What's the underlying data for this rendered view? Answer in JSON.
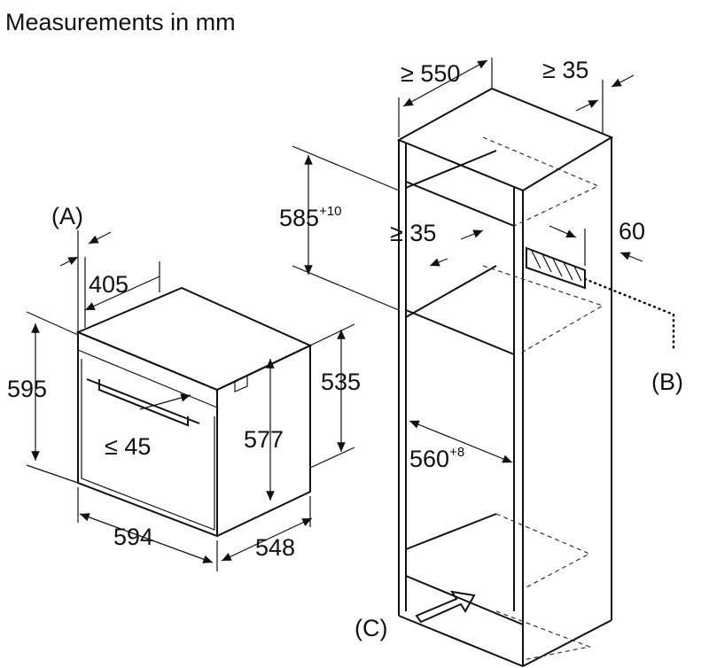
{
  "title": "Measurements in mm",
  "cabinet": {
    "depth_min": "≥ 550",
    "rear_gap": "≥ 35",
    "opening_height": "585",
    "opening_height_tol": "+10",
    "shelf_gap": "≥ 35",
    "vent_width": "60",
    "opening_width": "560",
    "opening_width_tol": "+8"
  },
  "oven": {
    "label_a": "(A)",
    "depth_body": "405",
    "height": "595",
    "side_height": "535",
    "handle_depth": "≤ 45",
    "front_inner_height": "577",
    "width": "594",
    "depth": "548"
  },
  "labels": {
    "b": "(B)",
    "c": "(C)"
  }
}
